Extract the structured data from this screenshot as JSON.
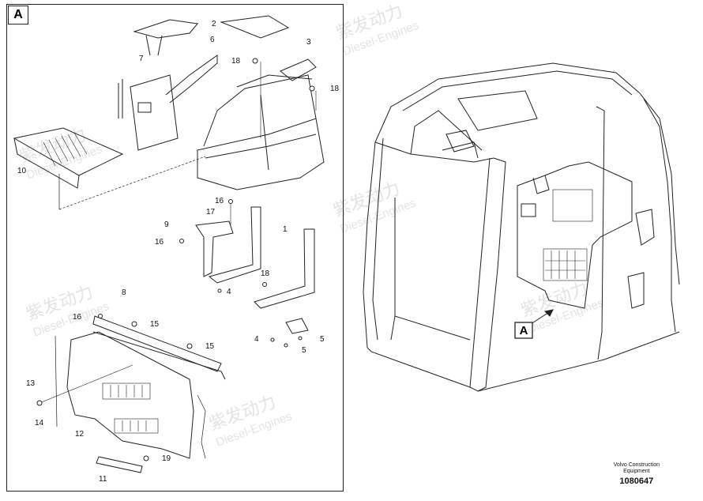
{
  "view_tag": "A",
  "callout_label": "A",
  "watermark": {
    "brand_cn": "紫发动力",
    "brand_en": "Diesel-Engines"
  },
  "part_numbers": [
    "1",
    "2",
    "3",
    "4",
    "4",
    "5",
    "5",
    "6",
    "7",
    "8",
    "9",
    "10",
    "11",
    "12",
    "13",
    "14",
    "15",
    "15",
    "16",
    "16",
    "16",
    "17",
    "18",
    "18",
    "18",
    "19"
  ],
  "footer": {
    "brand_line1": "Volvo Construction",
    "brand_line2": "Equipment",
    "doc_number": "1080647"
  }
}
